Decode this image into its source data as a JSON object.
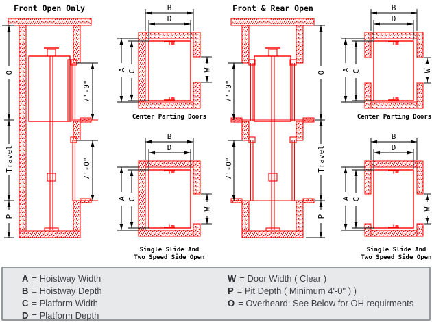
{
  "drawing": {
    "front_only": {
      "title": "Front Open Only"
    },
    "front_rear": {
      "title": "Front & Rear Open"
    },
    "captions": {
      "center_parting": "Center Parting Doors",
      "single_slide_1": "Single Slide And",
      "single_slide_2": "Two Speed Side Open"
    },
    "dims": {
      "hoistway_width": "A",
      "hoistway_depth": "B",
      "platform_width": "C",
      "platform_depth": "D",
      "door_width": "W",
      "overhead": "O",
      "pit_depth": "P",
      "travel": "Travel",
      "door_height": "7'-0\""
    }
  },
  "legend": {
    "left": [
      {
        "key": "A",
        "text": "= Hoistway Width"
      },
      {
        "key": "B",
        "text": "= Hoistway Depth"
      },
      {
        "key": "C",
        "text": "= Platform Width"
      },
      {
        "key": "D",
        "text": "= Platform Depth"
      }
    ],
    "right": [
      {
        "key": "W",
        "text": "= Door Width ( Clear )"
      },
      {
        "key": "P",
        "text": "= Pit Depth ( Minimum 4'-0\" ) )"
      },
      {
        "key": "O",
        "text": "= Overheard: See Below for OH requirments"
      }
    ]
  },
  "colors": {
    "drawing_red": "#ff0000",
    "dimension_black": "#000000",
    "legend_bg": "#e8e9ea",
    "legend_border": "#94999e",
    "legend_text": "#3d4144"
  }
}
